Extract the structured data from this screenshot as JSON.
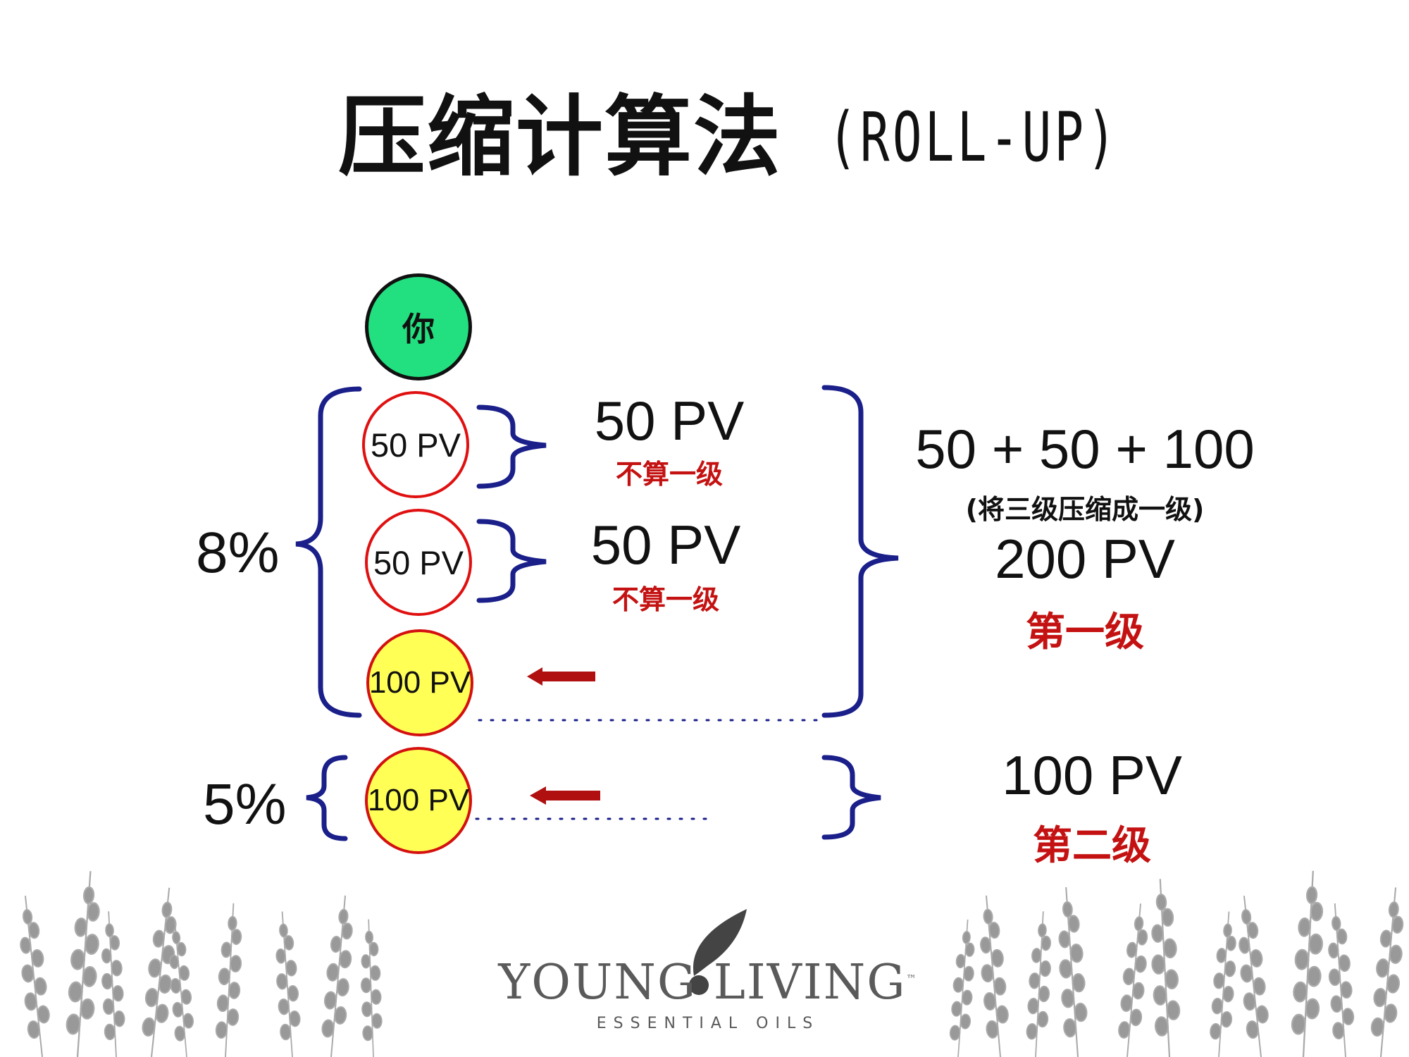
{
  "title": {
    "main": "压缩计算法",
    "sub": "(ROLL-UP)"
  },
  "nodes": {
    "you": "你",
    "red1": "50 PV",
    "red2": "50 PV",
    "yellow1": "100 PV",
    "yellow2": "100 PV"
  },
  "mid_labels": {
    "label1_pv": "50 PV",
    "label1_note": "不算一级",
    "label2_pv": "50 PV",
    "label2_note": "不算一级"
  },
  "left_labels": {
    "pct8": "8%",
    "pct5": "5%"
  },
  "right_results": {
    "formula": "50 + 50 + 100",
    "formula_note": "(将三级压缩成一级)",
    "total": "200 PV",
    "level1": "第一级",
    "second_pv": "100 PV",
    "level2": "第二级"
  },
  "colors": {
    "brace": "#1a1f8a",
    "arrow": "#b01010",
    "note_red": "#c41212",
    "you_fill": "#22e07f",
    "yellow_fill": "#ffff55"
  },
  "logo": {
    "name": "YOUNG LIVING",
    "tagline": "ESSENTIAL OILS",
    "trademark": "™"
  }
}
